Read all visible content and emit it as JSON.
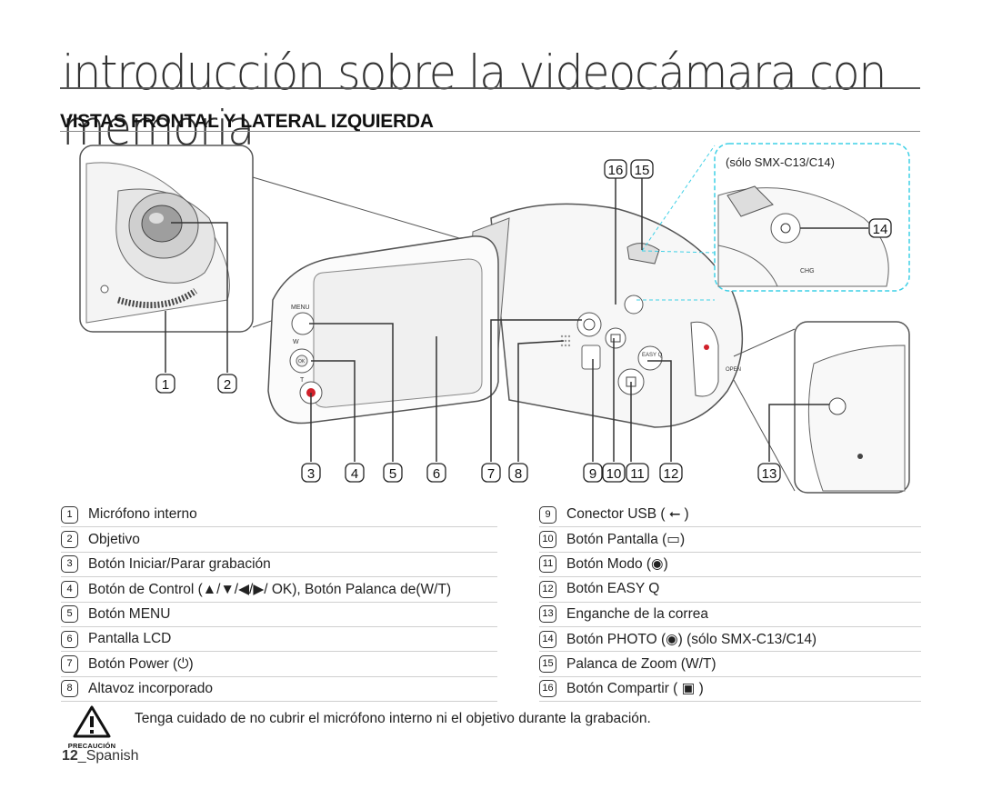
{
  "page": {
    "title": "introducción sobre la videocámara con memoria",
    "section": "VISTAS FRONTAL Y LATERAL IZQUIERDA",
    "model_note": "(sólo SMX-C13/C14)",
    "page_number": "12",
    "page_language": "_Spanish"
  },
  "callouts": [
    "1",
    "2",
    "3",
    "4",
    "5",
    "6",
    "7",
    "8",
    "9",
    "10",
    "11",
    "12",
    "13",
    "14",
    "15",
    "16"
  ],
  "device_labels": {
    "menu": "MENU",
    "ok": "OK",
    "w": "W",
    "t": "T",
    "easy": "EASY Q",
    "chg": "CHG",
    "open": "OPEN"
  },
  "legend_left": [
    {
      "num": "1",
      "text": "Micrófono interno"
    },
    {
      "num": "2",
      "text": "Objetivo"
    },
    {
      "num": "3",
      "text": "Botón Iniciar/Parar grabación"
    },
    {
      "num": "4",
      "text": "Botón de Control (▲/▼/◀/▶/ OK), Botón Palanca de(W/T)"
    },
    {
      "num": "5",
      "text": "Botón MENU"
    },
    {
      "num": "6",
      "text": "Pantalla LCD"
    },
    {
      "num": "7",
      "text": "Botón Power (⏻)"
    },
    {
      "num": "8",
      "text": "Altavoz incorporado"
    }
  ],
  "legend_right": [
    {
      "num": "9",
      "text": "Conector USB ( ⭠ )"
    },
    {
      "num": "10",
      "text": "Botón Pantalla (▭)"
    },
    {
      "num": "11",
      "text": "Botón Modo (◉)"
    },
    {
      "num": "12",
      "text": "Botón EASY Q"
    },
    {
      "num": "13",
      "text": "Enganche de la correa"
    },
    {
      "num": "14",
      "text": "Botón PHOTO (◉) (sólo SMX-C13/C14)"
    },
    {
      "num": "15",
      "text": "Palanca de Zoom (W/T)"
    },
    {
      "num": "16",
      "text": "Botón Compartir ( ▣ )"
    }
  ],
  "caution": {
    "label": "PRECAUCIÓN",
    "text": "Tenga cuidado de no cubrir el micrófono interno ni el objetivo durante la grabación."
  }
}
